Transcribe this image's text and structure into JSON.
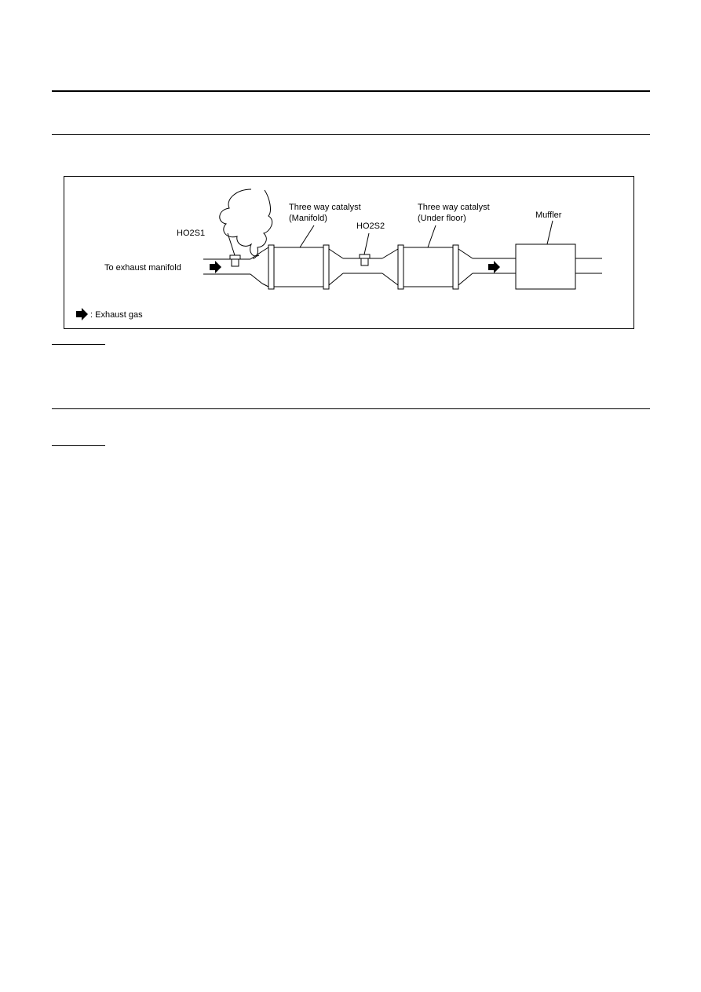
{
  "diagram": {
    "labels": {
      "ho2s1": "HO2S1",
      "ho2s2": "HO2S2",
      "catalyst_manifold_line1": "Three way catalyst",
      "catalyst_manifold_line2": "(Manifold)",
      "catalyst_underfloor_line1": "Three way catalyst",
      "catalyst_underfloor_line2": "(Under floor)",
      "muffler": "Muffler",
      "to_exhaust_manifold": "To exhaust manifold"
    },
    "legend": {
      "text": ": Exhaust gas",
      "icon": "arrow-right-icon"
    }
  }
}
